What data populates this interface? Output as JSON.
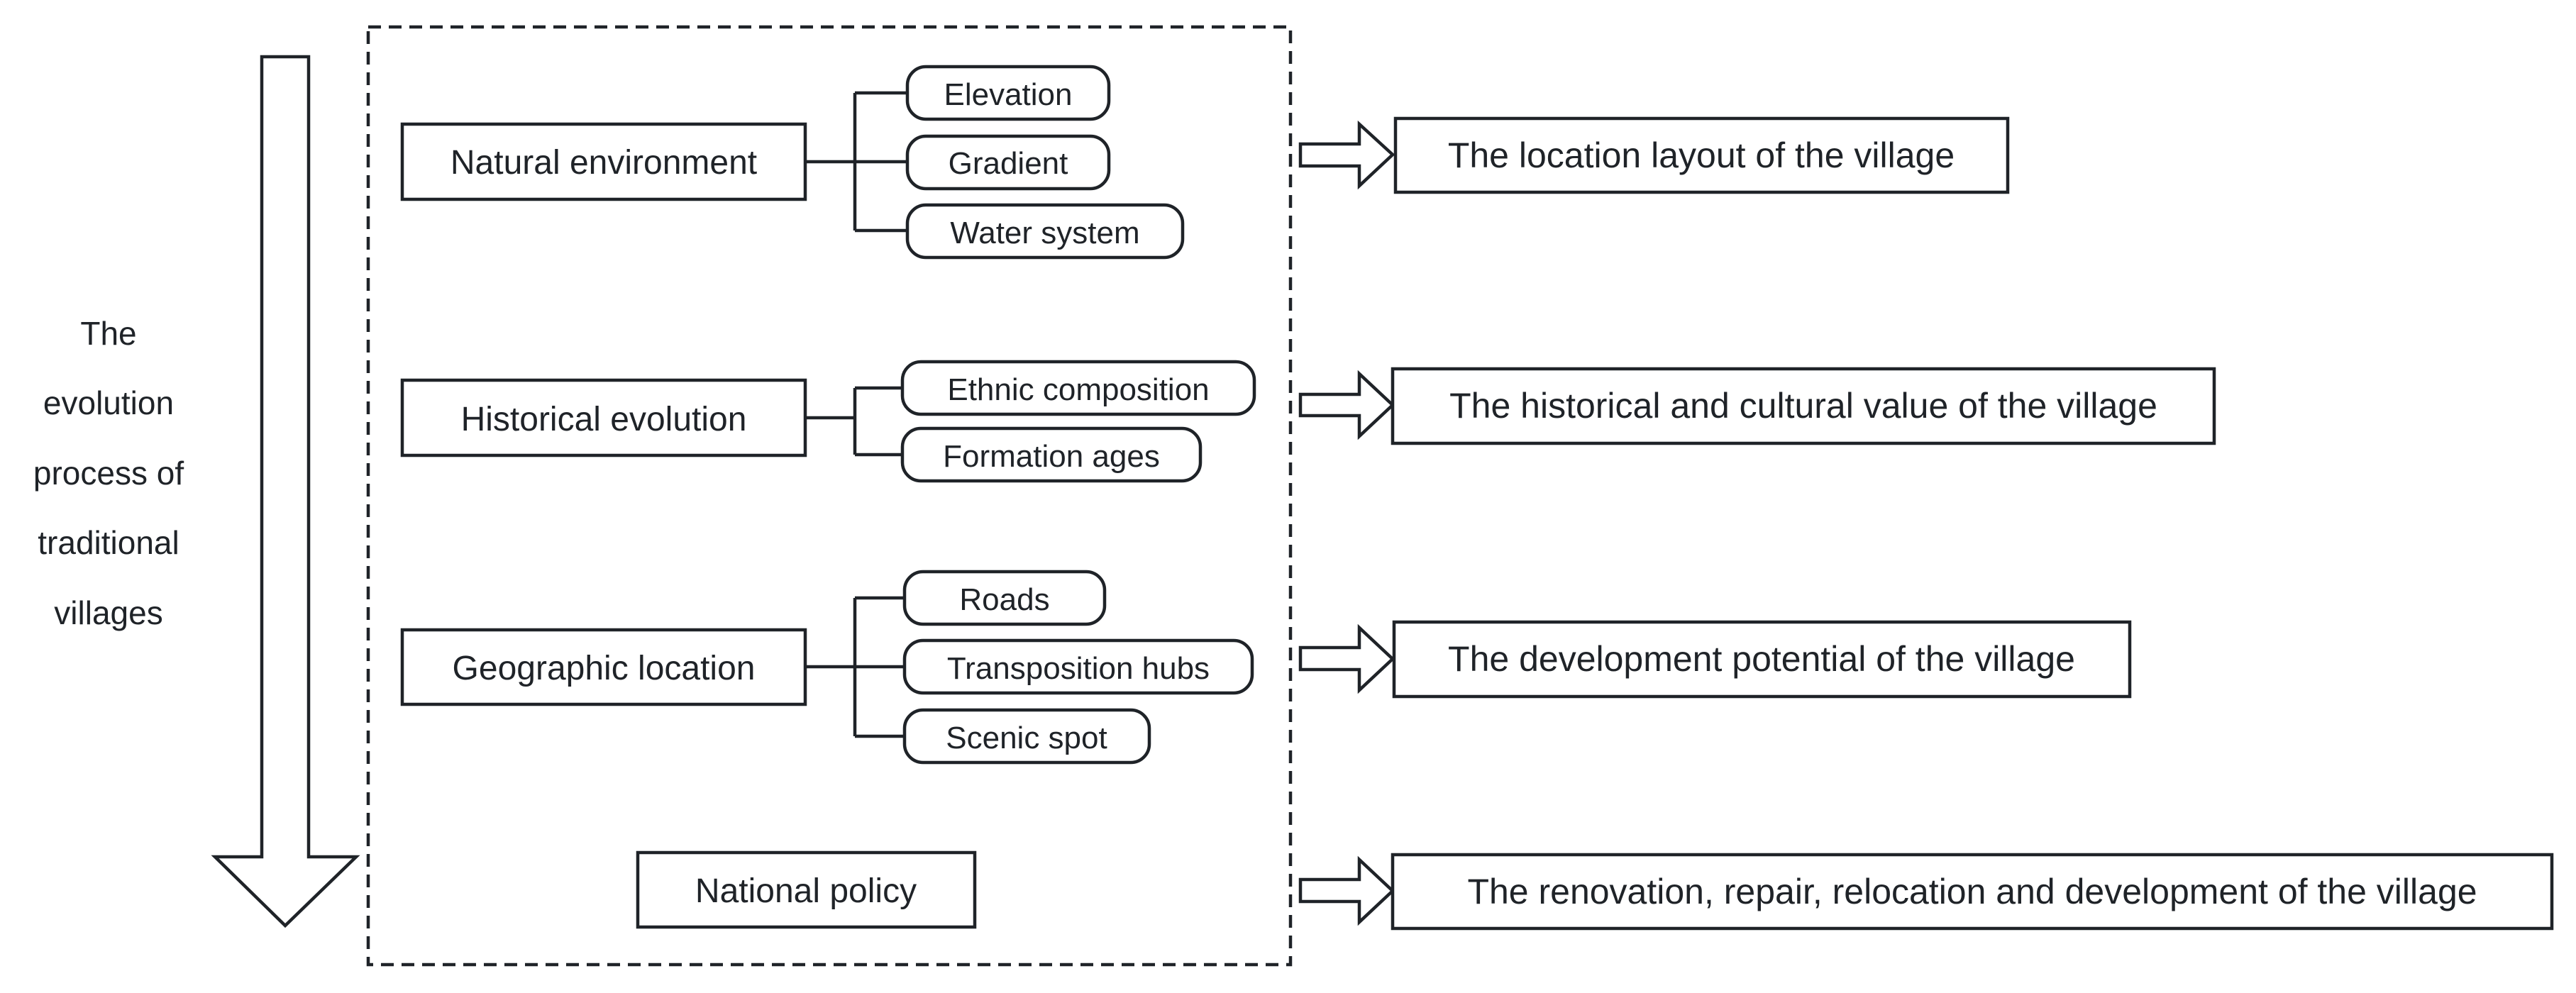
{
  "side_label_lines": [
    "The",
    "evolution",
    "process of",
    "traditional",
    "villages"
  ],
  "factors": [
    {
      "label": "Natural environment",
      "items": [
        "Elevation",
        "Gradient",
        "Water system"
      ],
      "outcome": "The location layout of the village"
    },
    {
      "label": "Historical evolution",
      "items": [
        "Ethnic composition",
        "Formation ages"
      ],
      "outcome": "The historical and cultural value of the village"
    },
    {
      "label": "Geographic location",
      "items": [
        "Roads",
        "Transposition hubs",
        "Scenic spot"
      ],
      "outcome": "The development potential of the village"
    },
    {
      "label": "National policy",
      "items": [],
      "outcome": "The renovation, repair, relocation and development of the village"
    }
  ],
  "colors": {
    "line": "#1f2328",
    "text": "#1f2328",
    "background": "#ffffff"
  }
}
